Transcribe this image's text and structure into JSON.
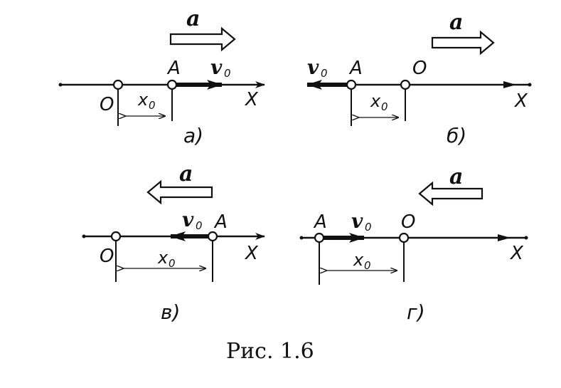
{
  "caption": "Рис. 1.6",
  "panels": [
    {
      "id": "a",
      "label": "а)",
      "accel_symbol": "a",
      "accel_direction": "right",
      "point_A": "A",
      "origin": "O",
      "axis": "X",
      "x0_symbol": "x",
      "x0_subscript": "0",
      "v0_symbol": "v",
      "v0_subscript": "0",
      "velocity_direction": "right"
    },
    {
      "id": "b",
      "label": "б)",
      "accel_symbol": "a",
      "accel_direction": "right",
      "point_A": "A",
      "origin": "O",
      "axis": "X",
      "x0_symbol": "x",
      "x0_subscript": "0",
      "v0_symbol": "v",
      "v0_subscript": "0",
      "velocity_direction": "left"
    },
    {
      "id": "c",
      "label": "в)",
      "accel_symbol": "a",
      "accel_direction": "left",
      "point_A": "A",
      "origin": "O",
      "axis": "X",
      "x0_symbol": "x",
      "x0_subscript": "0",
      "v0_symbol": "v",
      "v0_subscript": "0",
      "velocity_direction": "left"
    },
    {
      "id": "d",
      "label": "г)",
      "accel_symbol": "a",
      "accel_direction": "left",
      "point_A": "A",
      "origin": "O",
      "axis": "X",
      "x0_symbol": "x",
      "x0_subscript": "0",
      "v0_symbol": "v",
      "v0_subscript": "0",
      "velocity_direction": "right"
    }
  ]
}
